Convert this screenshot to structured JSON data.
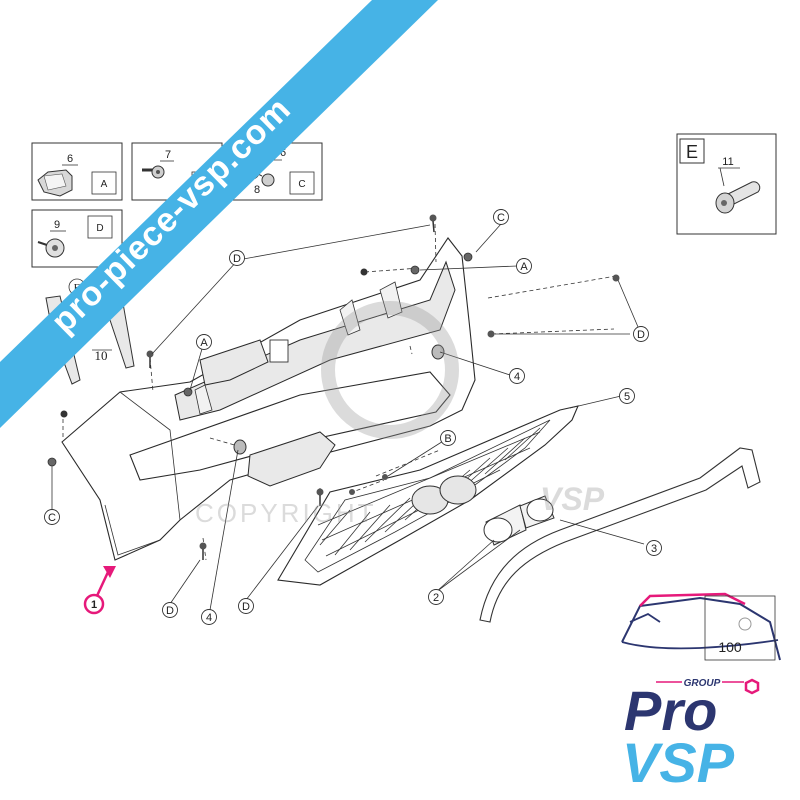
{
  "watermark": {
    "text": "pro-piece-vsp.com",
    "color": "#46b3e6",
    "copyright": "COPYRIGHT",
    "copyright_brand": "VSP"
  },
  "insets": {
    "a": {
      "num": "6",
      "letter": "A"
    },
    "b": {
      "num": "7",
      "letter": "B"
    },
    "c": {
      "num_top": "7",
      "num_right": "6",
      "num_bottom": "8",
      "letter": "C"
    },
    "d": {
      "num": "9",
      "letter": "D"
    },
    "e": {
      "letter": "E",
      "num": "11"
    }
  },
  "callouts": {
    "part1": "1",
    "part2": "2",
    "part3": "3",
    "part4a": "4",
    "part4b": "4",
    "part5": "5",
    "part10": "10",
    "e_circle": "E",
    "A": "A",
    "B": "B",
    "C": "C",
    "D": "D"
  },
  "logo": {
    "tag": "GROUP",
    "line1": "Pro",
    "line2": "VSP",
    "car_number": "100",
    "colors": {
      "pro": "#2c3670",
      "vsp": "#46b3e6",
      "accent": "#e6197a"
    }
  },
  "highlight_color": "#e6197a"
}
